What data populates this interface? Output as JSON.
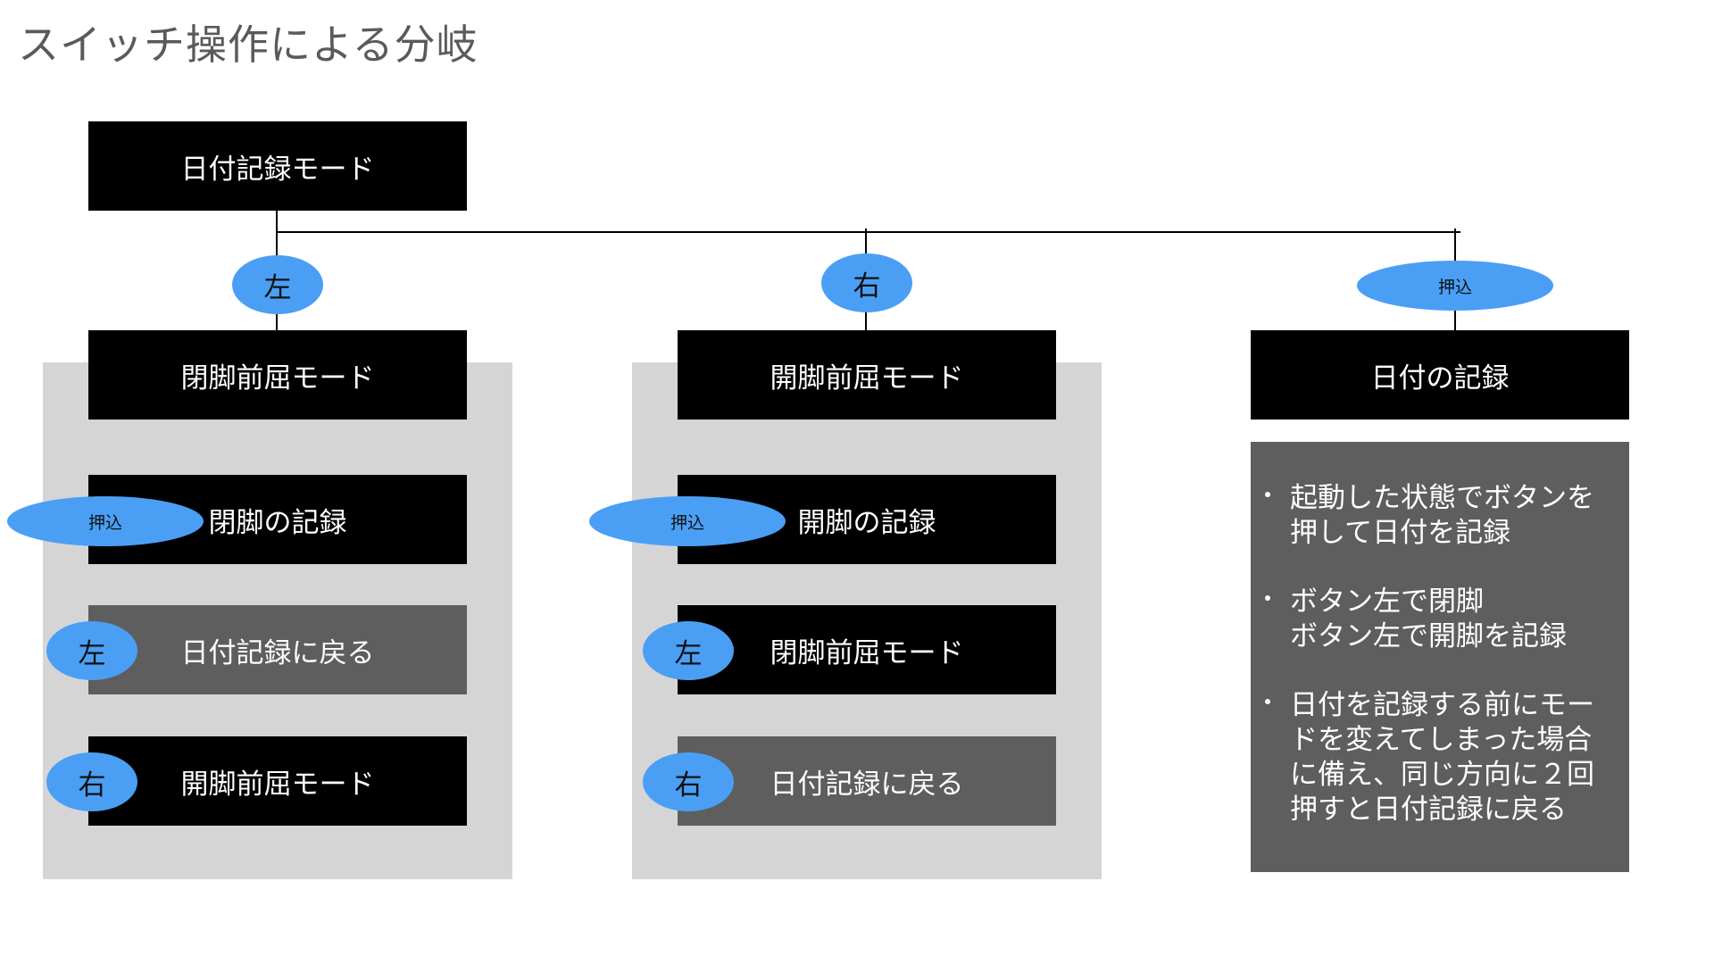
{
  "title": "スイッチ操作による分岐",
  "colors": {
    "box_black": "#000000",
    "box_gray": "#5e5e5e",
    "panel": "#d5d5d5",
    "button_oval": "#4a9ff5",
    "title_text": "#5a5a5a"
  },
  "root": {
    "label": "日付記録モード"
  },
  "branches": [
    {
      "trigger": "左",
      "mode": "閉脚前屈モード",
      "actions": [
        {
          "trigger": "押込",
          "label": "閉脚の記録"
        },
        {
          "trigger": "左",
          "label": "日付記録に戻る"
        },
        {
          "trigger": "右",
          "label": "開脚前屈モード"
        }
      ]
    },
    {
      "trigger": "右",
      "mode": "開脚前屈モード",
      "actions": [
        {
          "trigger": "押込",
          "label": "開脚の記録"
        },
        {
          "trigger": "左",
          "label": "閉脚前屈モード"
        },
        {
          "trigger": "右",
          "label": "日付記録に戻る"
        }
      ]
    },
    {
      "trigger": "押込",
      "mode": "日付の記録",
      "notes": [
        {
          "lines": [
            "起動した状態でボタンを",
            "押して日付を記録"
          ]
        },
        {
          "lines": [
            "ボタン左で閉脚",
            "ボタン左で開脚を記録"
          ]
        },
        {
          "lines": [
            "日付を記録する前にモー",
            "ドを変えてしまった場合",
            "に備え、同じ方向に２回",
            "押すと日付記録に戻る"
          ]
        }
      ]
    }
  ]
}
